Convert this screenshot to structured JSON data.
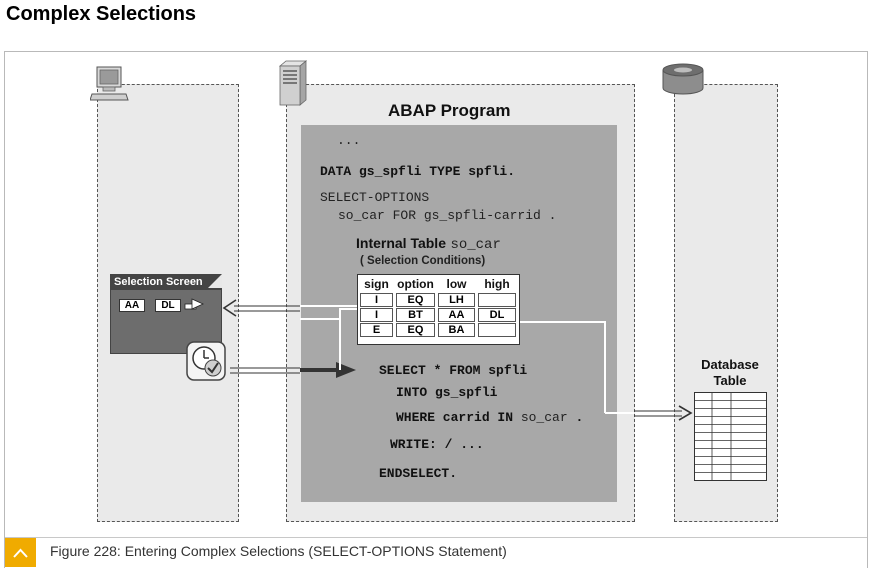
{
  "page_title": "Complex Selections",
  "caption": "Figure 228: Entering Complex Selections (SELECT-OPTIONS Statement)",
  "program": {
    "title": "ABAP Program",
    "ellipsis": "...",
    "data_stmt": "DATA gs_spfli TYPE spfli.",
    "select_options": "SELECT-OPTIONS",
    "so_line": "so_car FOR gs_spfli-carrid .",
    "select_stmt": "SELECT * FROM spfli",
    "into_stmt": "INTO gs_spfli",
    "where_prefix": "WHERE carrid IN ",
    "where_var": "so_car",
    "where_suffix": " .",
    "write_stmt": "WRITE: / ...",
    "endselect": "ENDSELECT."
  },
  "internal_table": {
    "title": "Internal Table",
    "name": "so_car",
    "subtitle": "( Selection Conditions)",
    "columns": [
      "sign",
      "option",
      "low",
      "high"
    ],
    "rows": [
      [
        "I",
        "EQ",
        "LH",
        ""
      ],
      [
        "I",
        "BT",
        "AA",
        "DL"
      ],
      [
        "E",
        "EQ",
        "BA",
        ""
      ]
    ]
  },
  "selection_screen": {
    "title": "Selection Screen",
    "low": "AA",
    "high": "DL"
  },
  "database": {
    "label_line1": "Database",
    "label_line2": "Table",
    "rows": 11
  },
  "icons": [
    "computer-icon",
    "server-icon",
    "database-icon",
    "execute-clock-icon",
    "multiple-selection-arrow-icon"
  ],
  "colors": {
    "caption_accent": "#f0ab00",
    "zone_bg": "#eaeaea",
    "program_bg": "#a8a8a8",
    "selection_screen_bg": "#6d6d6d"
  }
}
